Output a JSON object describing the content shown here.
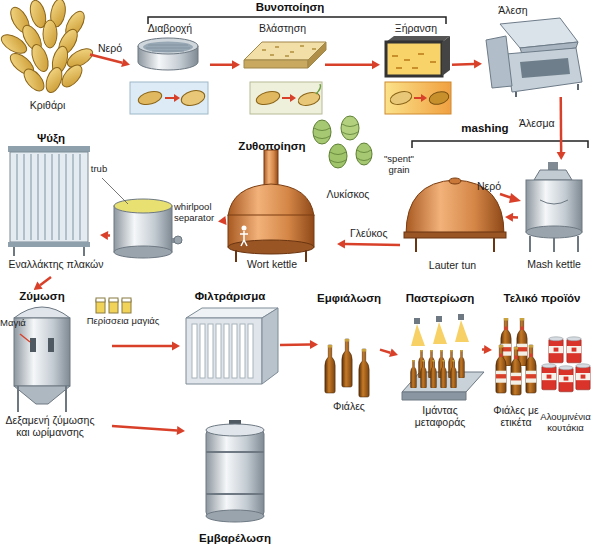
{
  "diagram": {
    "nodes": [
      {
        "text": [
          "Κριθάρι"
        ]
      },
      {
        "text": [
          "Διαβροχή"
        ]
      },
      {
        "text": [
          "Βλάστηση"
        ]
      },
      {
        "text": [
          "Ξήρανση"
        ]
      },
      {
        "text": [
          "Άλεση"
        ]
      },
      {
        "text": [
          "Mash kettle"
        ]
      },
      {
        "text": [
          "Lauter tun"
        ]
      },
      {
        "text": [
          "Ζυθοποίηση",
          "Wort kettle"
        ]
      },
      {
        "text": [
          "whirlpool separator"
        ]
      },
      {
        "text": [
          "Ψύξη",
          "Εναλλάκτης πλακών"
        ]
      },
      {
        "text": [
          "Ζύμωση",
          "Δεξαμενή ζύμωσης και ωρίμανσης"
        ]
      },
      {
        "text": [
          "Φιλτράρισμα"
        ]
      },
      {
        "text": [
          "Εμβαρέλωση"
        ]
      },
      {
        "text": [
          "Εμφιάλωση",
          "Φιάλες"
        ]
      },
      {
        "text": [
          "Παστερίωση",
          "Ιμάντας μεταφοράς"
        ]
      },
      {
        "text": [
          "Τελικό προϊόν"
        ]
      }
    ],
    "edges": [
      {
        "from": 0,
        "to": 1,
        "arrow": "to",
        "label": "Νερό"
      },
      {
        "from": 1,
        "to": 2,
        "arrow": "to"
      },
      {
        "from": 2,
        "to": 3,
        "arrow": "to"
      },
      {
        "from": 3,
        "to": 4,
        "arrow": "to"
      },
      {
        "from": 4,
        "to": 5,
        "arrow": "to",
        "label": "Άλεσμα"
      },
      {
        "from": 5,
        "to": 6,
        "arrow": "to"
      },
      {
        "from": 6,
        "to": 7,
        "arrow": "to",
        "label": "Γλεύκος"
      },
      {
        "from": 7,
        "to": 8,
        "arrow": "to"
      },
      {
        "from": 8,
        "to": 9,
        "arrow": "to"
      },
      {
        "from": 9,
        "to": 10,
        "arrow": "to"
      },
      {
        "from": 10,
        "to": 11,
        "arrow": "to"
      },
      {
        "from": 10,
        "to": 12,
        "arrow": "to"
      },
      {
        "from": 11,
        "to": 13,
        "arrow": "to"
      },
      {
        "from": 13,
        "to": 14,
        "arrow": "to"
      },
      {
        "from": 14,
        "to": 15,
        "arrow": "to"
      }
    ],
    "labels": [
      "Βυνοποίηση",
      "mashing",
      "Νερό",
      "\"spent\" grain",
      "Λυκίσκος",
      "trub",
      "Μαγιά",
      "Περίσσεια μαγιάς",
      "Φιάλες με ετικέτα",
      "Αλουμινένια κουτάκια"
    ]
  }
}
